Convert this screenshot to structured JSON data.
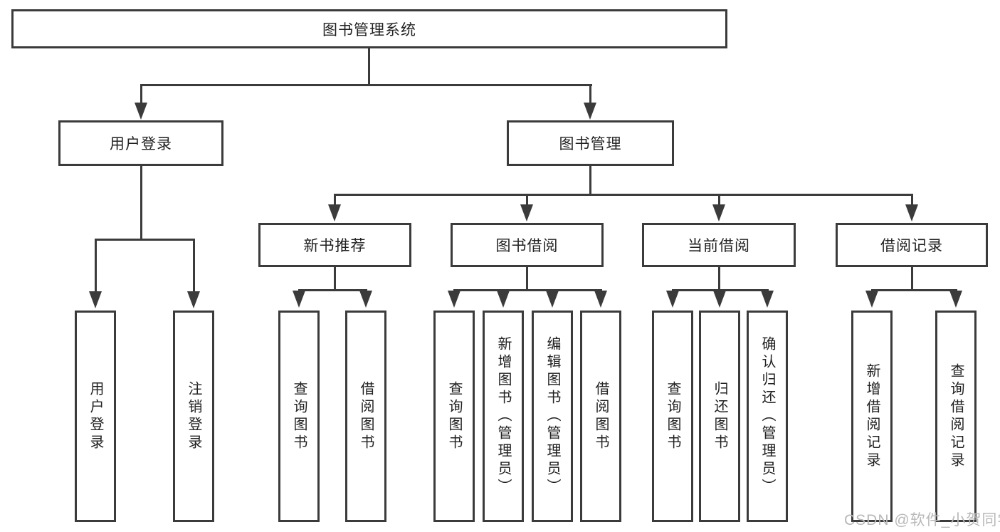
{
  "tree": {
    "root": "图书管理系统",
    "login": {
      "label": "用户登录",
      "children": [
        "用户登录",
        "注销登录"
      ]
    },
    "mgmt": {
      "label": "图书管理",
      "sections": [
        {
          "label": "新书推荐",
          "children": [
            "查询图书",
            "借阅图书"
          ]
        },
        {
          "label": "图书借阅",
          "children": [
            "查询图书",
            "新增图书（管理员）",
            "编辑图书（管理员）",
            "借阅图书"
          ]
        },
        {
          "label": "当前借阅",
          "children": [
            "查询图书",
            "归还图书",
            "确认归还（管理员）"
          ]
        },
        {
          "label": "借阅记录",
          "children": [
            "新增借阅记录",
            "查询借阅记录"
          ]
        }
      ]
    }
  },
  "watermark": "CSDN @软件_小贺同学",
  "colors": {
    "line": "#3b3b3b",
    "text": "#212121",
    "watermark": "#b8b8b8",
    "background": "#ffffff"
  }
}
